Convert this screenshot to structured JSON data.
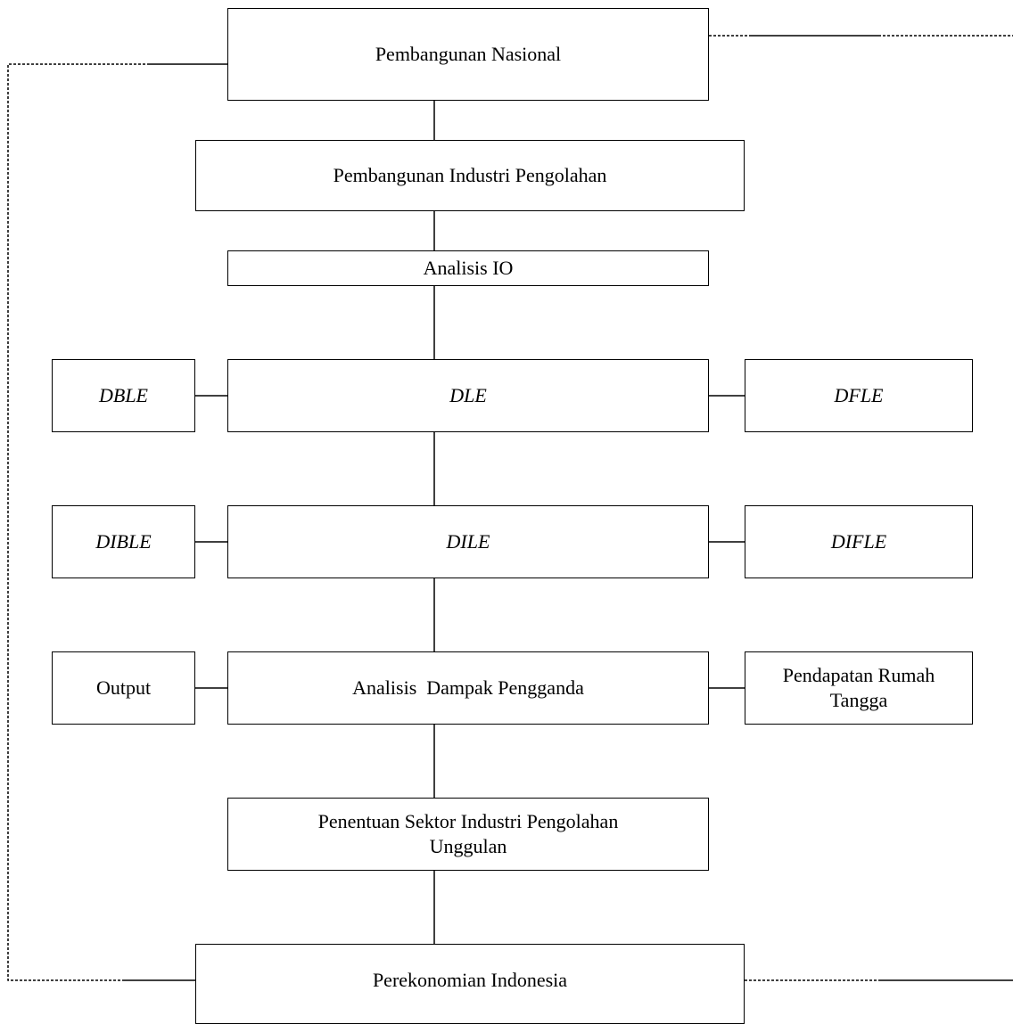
{
  "nodes": {
    "pembangunan_nasional": "Pembangunan Nasional",
    "pembangunan_industri": "Pembangunan Industri Pengolahan",
    "analisis_io": "Analisis IO",
    "dble": "DBLE",
    "dle": "DLE",
    "dfle": "DFLE",
    "dible": "DIBLE",
    "dile": "DILE",
    "difle": "DIFLE",
    "output": "Output",
    "analisis_dampak": "Analisis  Dampak Pengganda",
    "pendapatan_line1": "Pendapatan Rumah",
    "pendapatan_line2": "Tangga",
    "penentuan_line1": "Penentuan Sektor Industri Pengolahan",
    "penentuan_line2": "Unggulan",
    "perekonomian": "Perekonomian Indonesia"
  }
}
